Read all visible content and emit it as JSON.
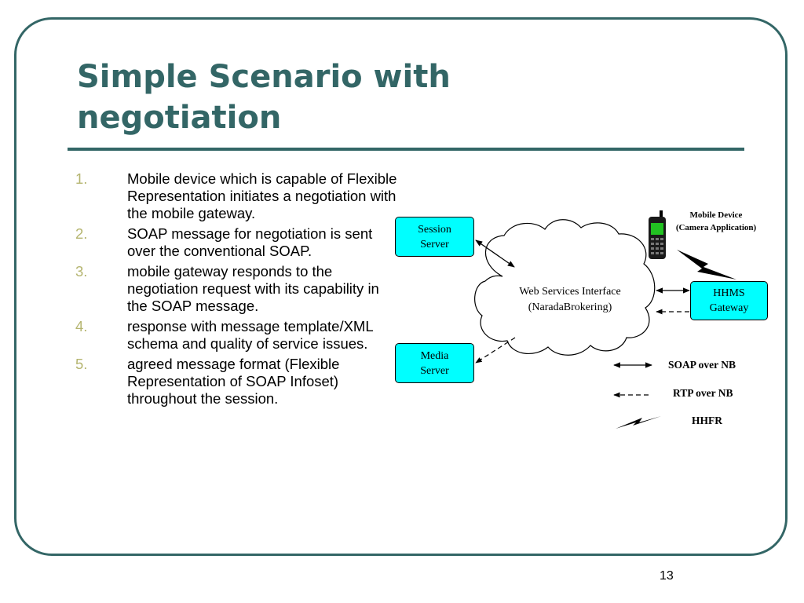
{
  "slide": {
    "title": "Simple Scenario with negotiation",
    "page_number": "13",
    "colors": {
      "theme": "#336666",
      "box_fill": "#00ffff",
      "step_number": "#b5b570"
    }
  },
  "steps": [
    {
      "number": "1.",
      "text": "Mobile device which is capable of Flexible Representation initiates a negotiation with the mobile gateway."
    },
    {
      "number": "2.",
      "text": "SOAP message for negotiation is sent over the conventional SOAP."
    },
    {
      "number": "3.",
      "text": "mobile gateway responds to the negotiation request with its capability in the SOAP message."
    },
    {
      "number": "4.",
      "text": "response with message template/XML schema and quality of service issues."
    },
    {
      "number": "5.",
      "text": "agreed message format (Flexible Representation of SOAP Infoset) throughout the session."
    }
  ],
  "diagram": {
    "session_server": "Session\nServer",
    "media_server": "Media\nServer",
    "cloud": "Web Services Interface\n(NaradaBrokering)",
    "gateway": "HHMS\nGateway",
    "mobile_device": "Mobile Device\n(Camera Application)",
    "icons": [
      "cell-phone-icon",
      "lightning-bolt-icon"
    ]
  },
  "legend": [
    {
      "style": "double-arrow-solid",
      "label": "SOAP over NB"
    },
    {
      "style": "arrow-dashed",
      "label": "RTP over NB"
    },
    {
      "style": "lightning",
      "label": "HHFR"
    }
  ]
}
